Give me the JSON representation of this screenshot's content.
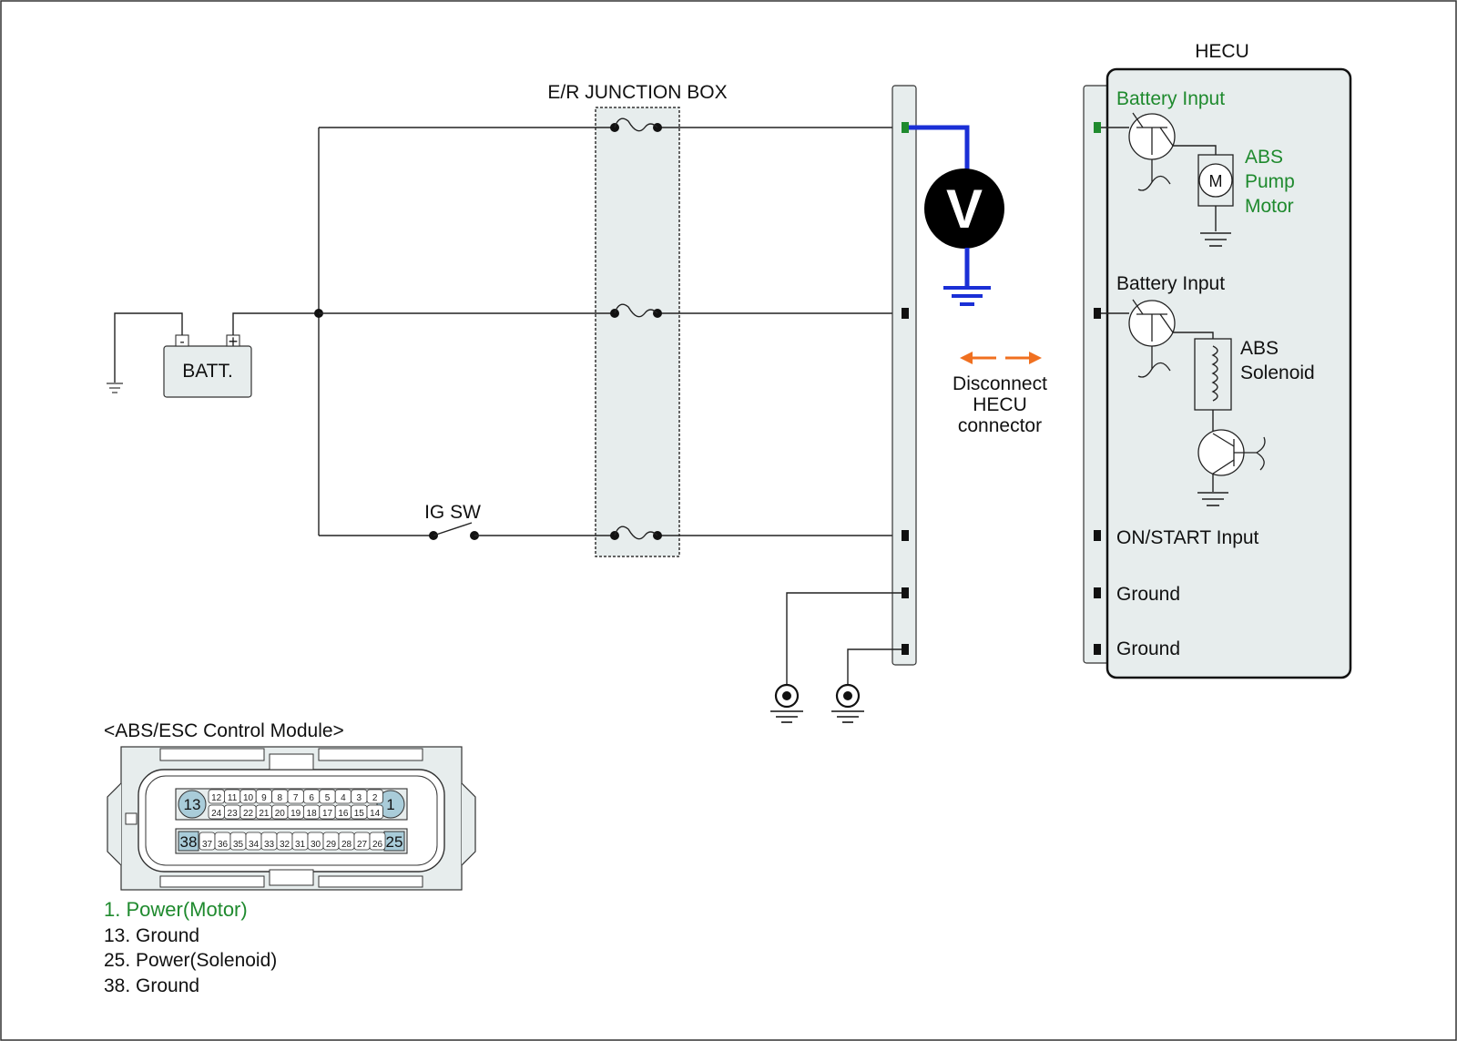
{
  "labels": {
    "junction_box": "E/R JUNCTION BOX",
    "hecu": "HECU",
    "battery": "BATT.",
    "battery_neg": "-",
    "battery_pos": "+",
    "ig_sw": "IG SW",
    "voltmeter": "V",
    "disconnect_line1": "Disconnect",
    "disconnect_line2": "HECU",
    "disconnect_line3": "connector",
    "motor_symbol": "M"
  },
  "hecu_labels": {
    "battery_input_1": "Battery Input",
    "abs_pump_line1": "ABS",
    "abs_pump_line2": "Pump",
    "abs_pump_line3": "Motor",
    "battery_input_2": "Battery Input",
    "abs_solenoid_line1": "ABS",
    "abs_solenoid_line2": "Solenoid",
    "on_start_input": "ON/START Input",
    "ground_1": "Ground",
    "ground_2": "Ground"
  },
  "connector": {
    "title": "<ABS/ESC Control Module>",
    "row1_pins": [
      "12",
      "11",
      "10",
      "9",
      "8",
      "7",
      "6",
      "5",
      "4",
      "3",
      "2"
    ],
    "row2_pins": [
      "24",
      "23",
      "22",
      "21",
      "20",
      "19",
      "18",
      "17",
      "16",
      "15",
      "14"
    ],
    "row3_pins": [
      "37",
      "36",
      "35",
      "34",
      "33",
      "32",
      "31",
      "30",
      "29",
      "28",
      "27",
      "26"
    ],
    "pin_13": "13",
    "pin_1": "1",
    "pin_38": "38",
    "pin_25": "25"
  },
  "legend": [
    {
      "text": "1. Power(Motor)",
      "highlight": true
    },
    {
      "text": "13. Ground",
      "highlight": false
    },
    {
      "text": "25. Power(Solenoid)",
      "highlight": false
    },
    {
      "text": "38. Ground",
      "highlight": false
    }
  ],
  "colors": {
    "highlight_green": "#1f8a2e",
    "probe_blue": "#1a2fd6",
    "arrow_orange": "#f07020",
    "panel_fill": "#e7eded",
    "pin_fill": "#a9ccd9"
  }
}
